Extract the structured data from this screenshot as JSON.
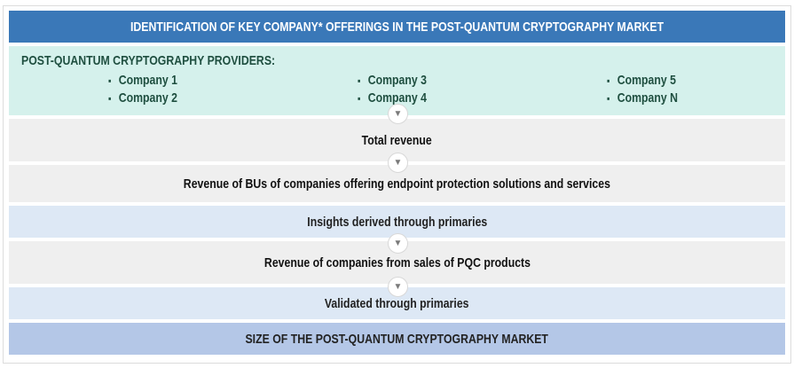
{
  "header": {
    "title": "IDENTIFICATION OF KEY COMPANY* OFFERINGS IN THE POST-QUANTUM CRYPTOGRAPHY MARKET"
  },
  "providers": {
    "title": "POST-QUANTUM CRYPTOGRAPHY PROVIDERS:",
    "columns": [
      [
        "Company 1",
        "Company 2"
      ],
      [
        "Company 3",
        "Company 4"
      ],
      [
        "Company 5",
        "Company N"
      ]
    ]
  },
  "steps": [
    "Total revenue",
    "Revenue of BUs of companies offering endpoint protection solutions and services",
    "Insights derived through primaries",
    "Revenue of companies from sales of PQC products",
    "Validated through primaries"
  ],
  "result": "SIZE OF THE POST-QUANTUM CRYPTOGRAPHY MARKET",
  "colors": {
    "header": "#3a78b8",
    "providers": "#d5f1ec",
    "gray": "#efefef",
    "blue": "#dde8f5",
    "result": "#b4c7e7"
  }
}
